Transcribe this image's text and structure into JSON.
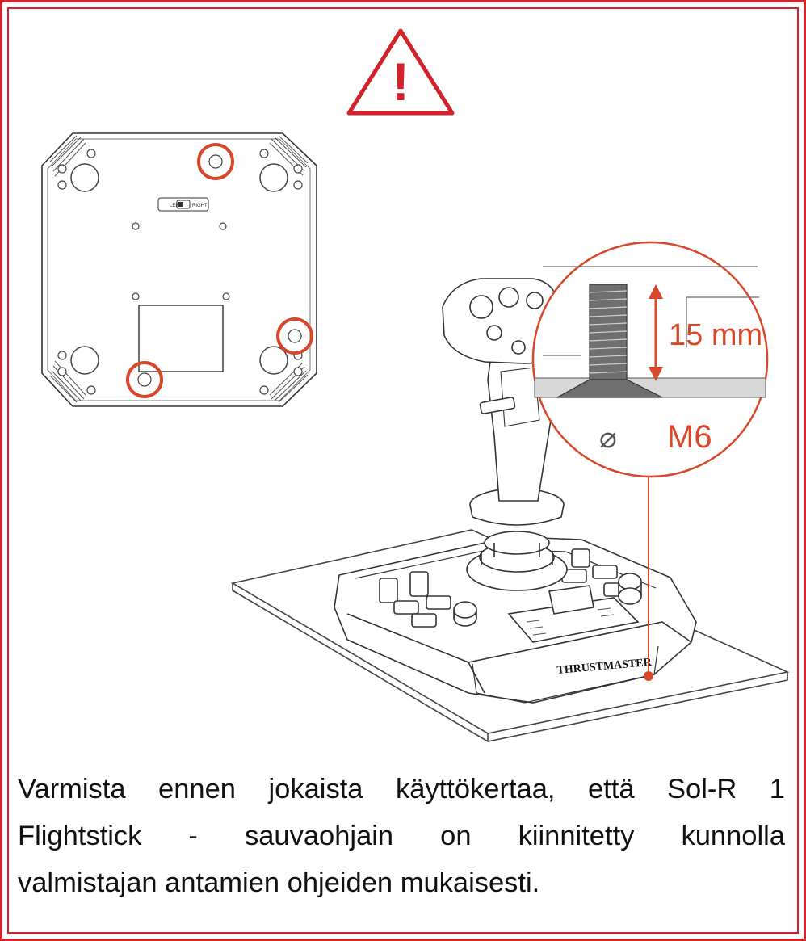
{
  "warning": {
    "icon": "warning-triangle-icon",
    "color": "#d2232a",
    "glyph": "!"
  },
  "base_plate": {
    "switch_left_label": "LEFT",
    "switch_right_label": "RIGHT",
    "highlight_color": "#d9472b"
  },
  "zoom_detail": {
    "length_label": "15 mm",
    "diameter_symbol": "⌀",
    "thread_label": "M6",
    "accent_color": "#d9472b"
  },
  "joystick": {
    "brand_label": "THRUSTMASTER"
  },
  "notice": {
    "lines": [
      "Varmista ennen jokaista käyttökertaa, että Sol-R 1",
      "Flightstick - sauvaohjain on kiinnitetty kunnolla",
      "valmistajan antamien ohjeiden mukaisesti."
    ]
  }
}
